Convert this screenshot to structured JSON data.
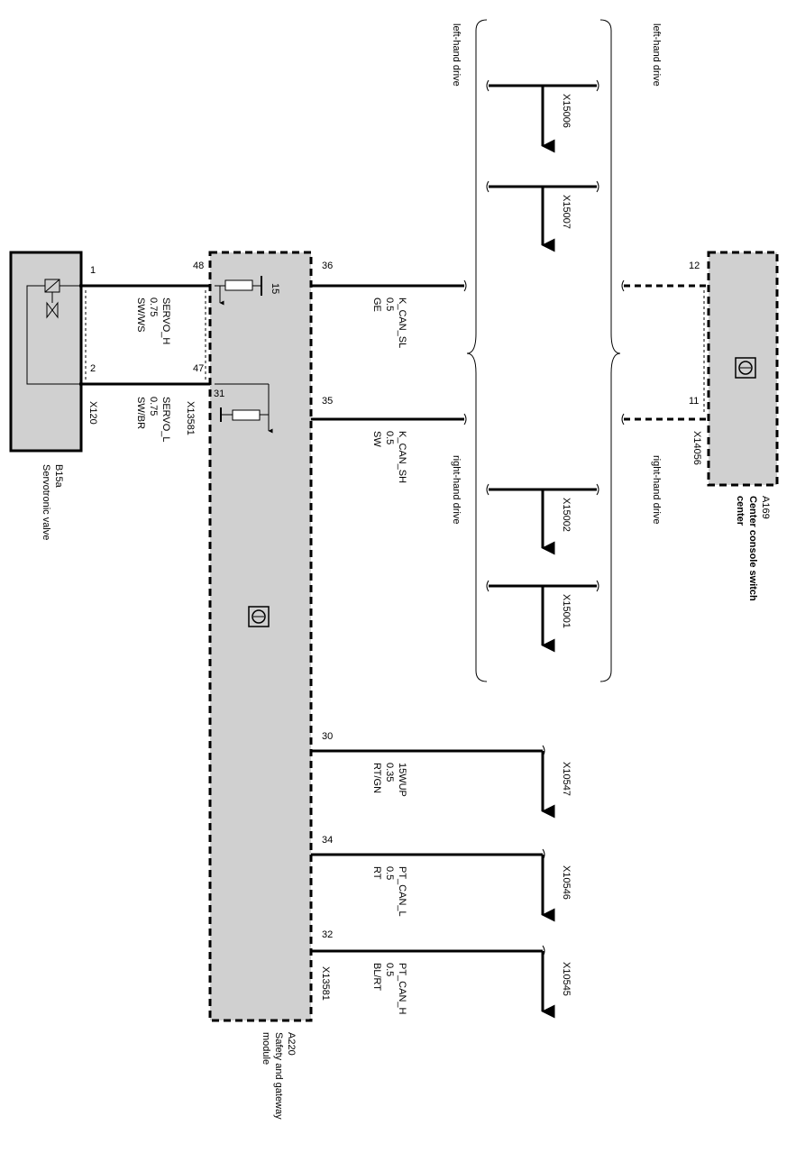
{
  "colors": {
    "module_fill": "#d0d0d0",
    "line": "#000000",
    "background": "#ffffff"
  },
  "components": {
    "b15a": {
      "code": "B15a",
      "name": "Servotronic valve",
      "connector": "X120",
      "pins": [
        "1",
        "2"
      ]
    },
    "a220": {
      "code": "A220",
      "name_line1": "Safety and gateway",
      "name_line2": "module",
      "connector_top": "X13581",
      "connector_bottom": "X13581",
      "pins": [
        "48",
        "47",
        "36",
        "35",
        "30",
        "34",
        "32"
      ],
      "internal": {
        "pin_15": "15",
        "pin_31": "31"
      }
    },
    "a169": {
      "code": "A169",
      "name_line1": "Center console switch",
      "name_line2": "center",
      "connector": "X14056",
      "pins": [
        "12",
        "11"
      ]
    }
  },
  "wires": [
    {
      "signal": "SERVO_H",
      "size": "0.75",
      "color": "SW/WS"
    },
    {
      "signal": "SERVO_L",
      "size": "0.75",
      "color": "SW/BR"
    },
    {
      "signal": "K_CAN_SL",
      "size": "0.5",
      "color": "GE"
    },
    {
      "signal": "K_CAN_SH",
      "size": "0.5",
      "color": "SW"
    },
    {
      "signal": "15WUP",
      "size": "0.35",
      "color": "RT/GN"
    },
    {
      "signal": "PT_CAN_L",
      "size": "0.5",
      "color": "RT"
    },
    {
      "signal": "PT_CAN_H",
      "size": "0.5",
      "color": "BL/RT"
    }
  ],
  "connectors": [
    "X15006",
    "X15007",
    "X15002",
    "X15001",
    "X10547",
    "X10546",
    "X10545"
  ],
  "notes": {
    "left_hand_drive": "left-hand drive",
    "right_hand_drive": "right-hand drive"
  },
  "icons": [
    "module-symbol-icon",
    "valve-solenoid-icon",
    "resistor-icon",
    "ground-icon",
    "arrow-down-icon"
  ]
}
